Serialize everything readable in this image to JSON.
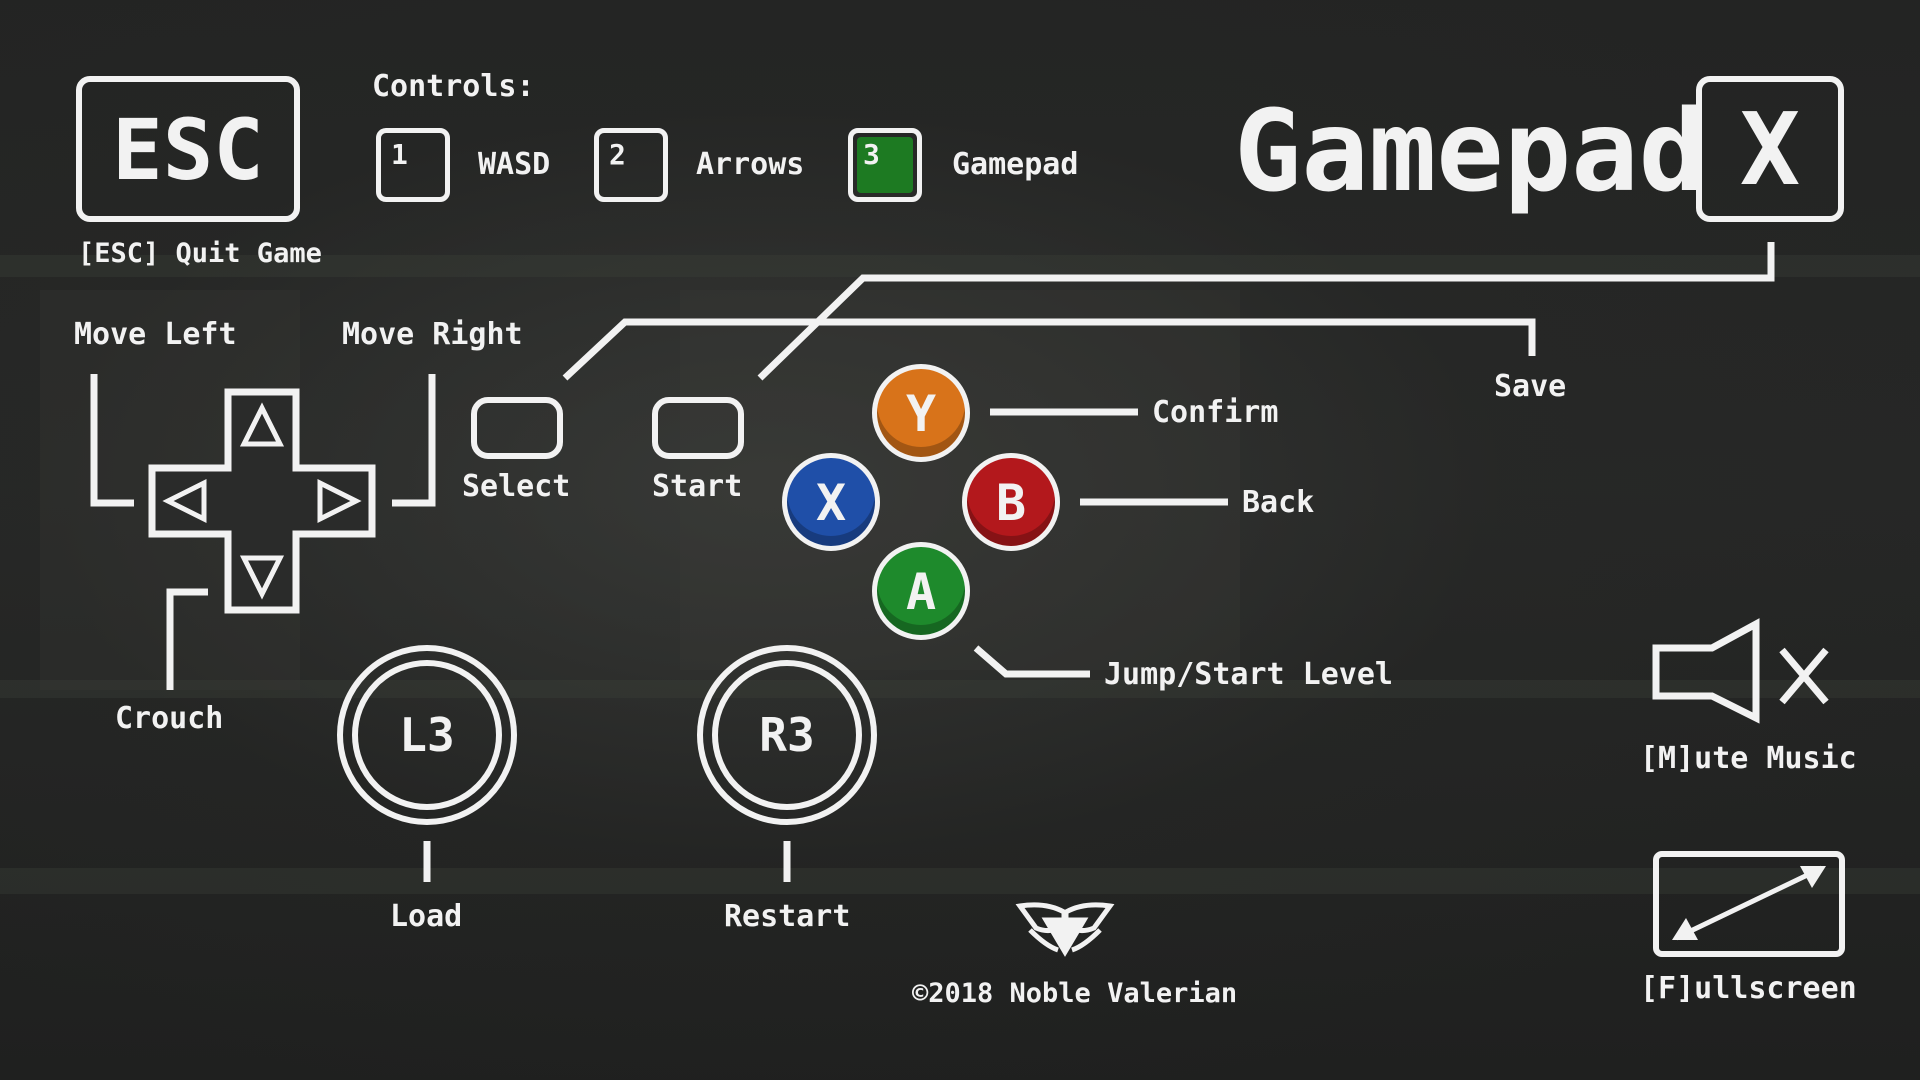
{
  "header": {
    "esc_key": "ESC",
    "esc_caption": "[ESC] Quit Game",
    "controls_label": "Controls:",
    "scheme_options": [
      {
        "key": "1",
        "label": "WASD",
        "selected": false
      },
      {
        "key": "2",
        "label": "Arrows",
        "selected": false
      },
      {
        "key": "3",
        "label": "Gamepad",
        "selected": true
      }
    ],
    "mode_title": "Gamepad",
    "close_key": "X"
  },
  "dpad": {
    "move_left": "Move Left",
    "move_right": "Move Right",
    "crouch": "Crouch"
  },
  "center_buttons": {
    "select": "Select",
    "start": "Start",
    "save": "Save"
  },
  "face_buttons": {
    "y": {
      "letter": "Y",
      "action": "Confirm",
      "color": "#d8731a"
    },
    "x": {
      "letter": "X",
      "action": "",
      "color": "#1f4fa8"
    },
    "b": {
      "letter": "B",
      "action": "Back",
      "color": "#b3181c"
    },
    "a": {
      "letter": "A",
      "action": "Jump/Start Level",
      "color": "#1e8a2c"
    }
  },
  "sticks": {
    "l3": {
      "label": "L3",
      "action": "Load"
    },
    "r3": {
      "label": "R3",
      "action": "Restart"
    }
  },
  "side": {
    "mute_caption": "[M]ute Music",
    "fullscreen_caption": "[F]ullscreen"
  },
  "footer": {
    "copyright": "©2018 Noble Valerian"
  },
  "icons": {
    "speaker": "speaker-muted-icon",
    "fullscreen": "fullscreen-arrow-icon",
    "logo": "winged-shield-logo"
  },
  "colors": {
    "selected_key_fill": "#1d7a22",
    "foreground": "#f2f2f2"
  }
}
